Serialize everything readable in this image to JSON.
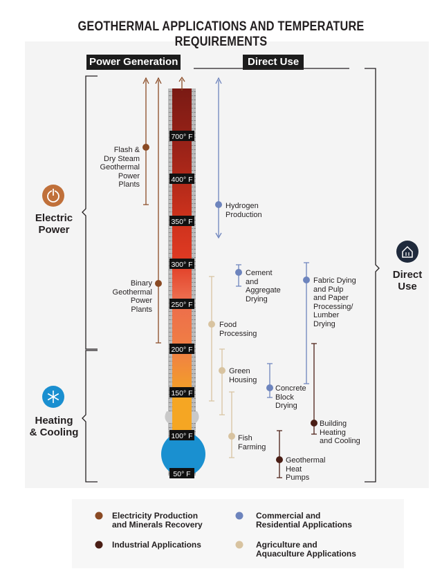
{
  "title": "GEOTHERMAL APPLICATIONS AND TEMPERATURE REQUIREMENTS",
  "headers": {
    "power_generation": "Power Generation",
    "direct_use": "Direct Use"
  },
  "thermometer_ticks": [
    "700° F",
    "400° F",
    "350° F",
    "300° F",
    "250° F",
    "200° F",
    "150° F",
    "100° F",
    "50° F"
  ],
  "side_labels": {
    "electric_power": [
      "Electric",
      "Power"
    ],
    "heating_cooling": [
      "Heating",
      "& Cooling"
    ],
    "direct_use": [
      "Direct",
      "Use"
    ]
  },
  "icons": {
    "electric_power": "power-icon",
    "heating_cooling": "snowflake-icon",
    "direct_use": "house-icon"
  },
  "colors": {
    "electricity": "#8a4a24",
    "commercial": "#6d84bd",
    "industrial": "#4a1e15",
    "agriculture": "#d8c3a0",
    "power_icon_bg": "#c0703a",
    "snowflake_icon_bg": "#1a8fd0",
    "house_icon_bg": "#1f2a3c",
    "bulb": "#1a90d0"
  },
  "applications": {
    "flash": [
      "Flash &",
      "Dry Steam",
      "Geothermal",
      "Power",
      "Plants"
    ],
    "binary": [
      "Binary",
      "Geothermal",
      "Power",
      "Plants"
    ],
    "hydrogen": [
      "Hydrogen",
      "Production"
    ],
    "cement": [
      "Cement",
      "and",
      "Aggregate",
      "Drying"
    ],
    "fabric": [
      "Fabric Dying",
      "and Pulp",
      "and Paper",
      "Processing/",
      "Lumber",
      "Drying"
    ],
    "food": [
      "Food",
      "Processing"
    ],
    "green": [
      "Green",
      "Housing"
    ],
    "concrete": [
      "Concrete",
      "Block",
      "Drying"
    ],
    "building": [
      "Building",
      "Heating",
      "and Cooling"
    ],
    "fish": [
      "Fish",
      "Farming"
    ],
    "heat_pumps": [
      "Geothermal",
      "Heat",
      "Pumps"
    ]
  },
  "legend": {
    "electricity": [
      "Electricity Production",
      "and Minerals Recovery"
    ],
    "commercial": [
      "Commercial and",
      "Residential Applications"
    ],
    "industrial": [
      "Industrial Applications"
    ],
    "agriculture": [
      "Agriculture and",
      "Aquaculture Applications"
    ]
  }
}
